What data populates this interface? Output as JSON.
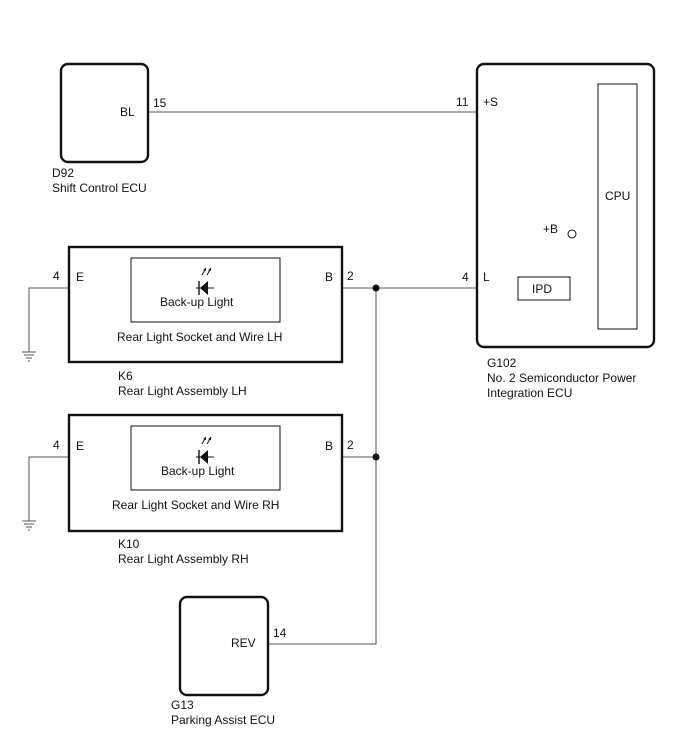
{
  "colors": {
    "line": "#111111",
    "wire": "#555555",
    "background": "#ffffff"
  },
  "components": {
    "d92": {
      "code": "D92",
      "name": "Shift Control ECU",
      "terminal_name": "BL",
      "pin": "15"
    },
    "g102": {
      "code": "G102",
      "name_line1": "No. 2 Semiconductor Power",
      "name_line2": "Integration ECU",
      "terminal_s": "+S",
      "pin_s": "11",
      "terminal_l": "L",
      "pin_l": "4",
      "cpu_label": "CPU",
      "ipd_label": "IPD",
      "plus_b_label": "+B"
    },
    "k6": {
      "code": "K6",
      "name": "Rear Light Assembly LH",
      "socket_label": "Rear Light Socket and Wire LH",
      "bulb_label": "Back-up Light",
      "terminal_e": "E",
      "pin_e": "4",
      "terminal_b": "B",
      "pin_b": "2"
    },
    "k10": {
      "code": "K10",
      "name": "Rear Light Assembly RH",
      "socket_label": "Rear Light Socket and Wire RH",
      "bulb_label": "Back-up Light",
      "terminal_e": "E",
      "pin_e": "4",
      "terminal_b": "B",
      "pin_b": "2"
    },
    "g13": {
      "code": "G13",
      "name": "Parking Assist ECU",
      "terminal_name": "REV",
      "pin": "14"
    }
  }
}
